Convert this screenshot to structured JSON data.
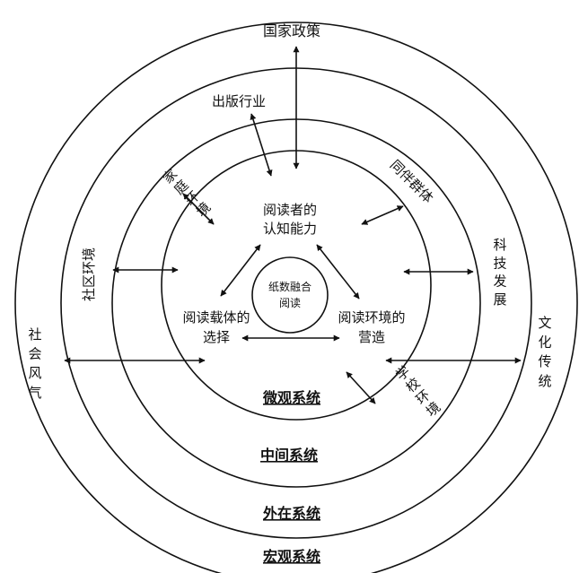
{
  "colors": {
    "ink": "#111111",
    "background": "#ffffff"
  },
  "core": {
    "line1": "纸数融合",
    "line2": "阅读"
  },
  "micro": {
    "top": {
      "line1": "阅读者的",
      "line2": "认知能力"
    },
    "left": {
      "line1": "阅读载体的",
      "line2": "选择"
    },
    "right": {
      "line1": "阅读环境的",
      "line2": "营造"
    }
  },
  "systems": {
    "micro": "微观系统",
    "meso": "中间系统",
    "exo": "外在系统",
    "macro": "宏观系统"
  },
  "factors": {
    "national_policy": "国家政策",
    "publishing": "出版行业",
    "family": "家庭环境",
    "peers": "同伴群体",
    "community": "社区环境",
    "tech": "科技发展",
    "society": "社会风气",
    "culture": "文化传统",
    "school": "学校环境"
  }
}
